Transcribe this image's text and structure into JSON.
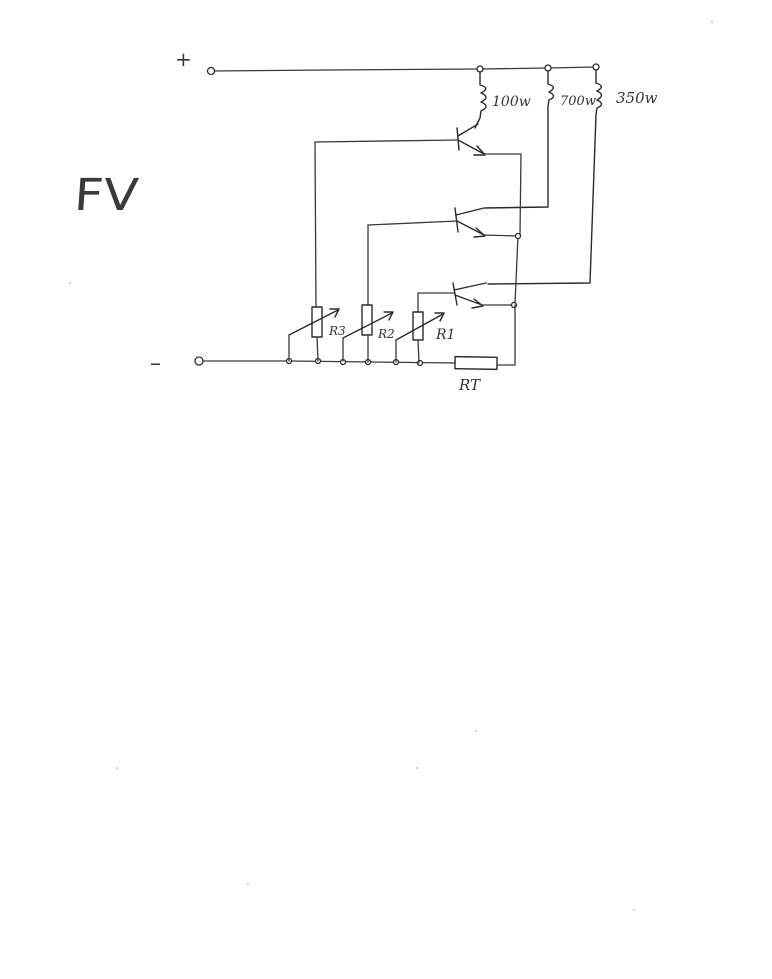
{
  "diagram": {
    "title": "FV",
    "terminals": {
      "positive": "+",
      "negative": "–"
    },
    "loads": [
      {
        "id": "load-1",
        "label": "100w"
      },
      {
        "id": "load-2",
        "label": "700w"
      },
      {
        "id": "load-3",
        "label": "350w"
      }
    ],
    "potentiometers": [
      {
        "id": "r3",
        "label": "R3"
      },
      {
        "id": "r2",
        "label": "R2"
      },
      {
        "id": "r1",
        "label": "R1"
      }
    ],
    "sense_resistor": {
      "label": "RT"
    }
  },
  "colors": {
    "ink": "#2a2a2a",
    "paper": "#ffffff"
  }
}
